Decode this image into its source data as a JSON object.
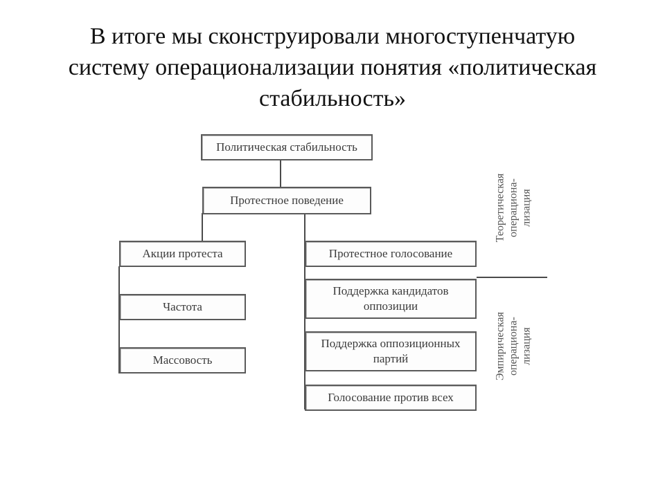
{
  "title_lines": [
    "В итоге мы сконструировали многоступенчатую",
    "систему операционализации понятия «политическая",
    "стабильность»"
  ],
  "diagram": {
    "boxes": {
      "root": [
        "Политическая стабильность"
      ],
      "protest_behavior": [
        "Протестное поведение"
      ],
      "protest_actions": [
        "Акции протеста"
      ],
      "frequency": [
        "Частота"
      ],
      "massiveness": [
        "Массовость"
      ],
      "protest_voting": [
        "Протестное голосование"
      ],
      "opposition_candidates": [
        "Поддержка кандидатов",
        "оппозиции"
      ],
      "opposition_parties": [
        "Поддержка оппозиционных",
        "партий"
      ],
      "against_all": [
        "Голосование против всех"
      ]
    },
    "side_labels": {
      "theoretical": [
        "Теоретическая",
        "операциона-",
        "лизация"
      ],
      "empirical": [
        "Эмпирическая",
        "операциона-",
        "лизация"
      ]
    },
    "line_color": "#4a4a4a"
  }
}
